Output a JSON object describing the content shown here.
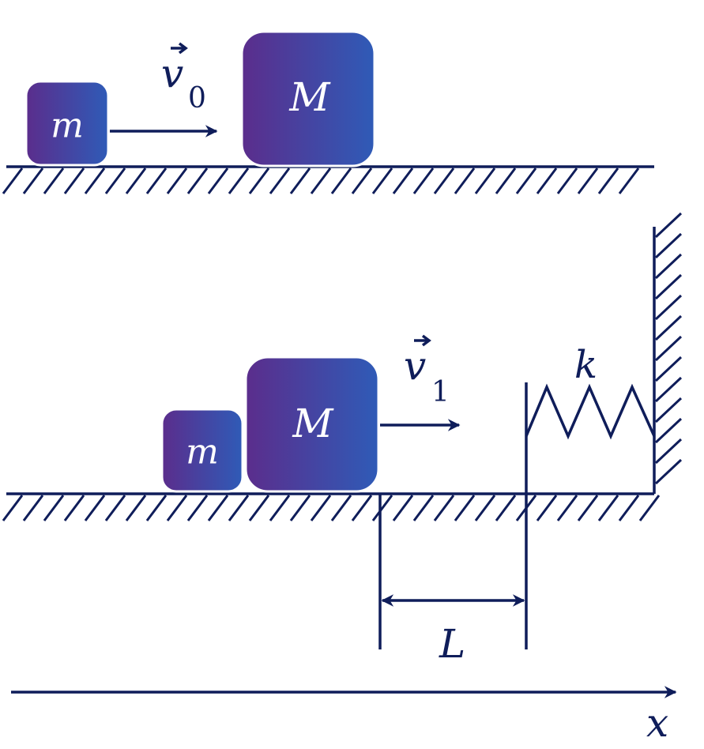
{
  "top_scene": {
    "small_block_label": "m",
    "big_block_label": "M",
    "velocity_symbol": "v",
    "velocity_subscript": "0"
  },
  "bottom_scene": {
    "small_block_label": "m",
    "big_block_label": "M",
    "velocity_symbol": "v",
    "velocity_subscript": "1",
    "spring_label": "k",
    "distance_label": "L"
  },
  "axis": {
    "label": "x"
  },
  "colors": {
    "ink": "#0f1d5a",
    "block_gradient_start": "#5b2d8c",
    "block_gradient_end": "#2f5bb7",
    "block_text": "#ffffff"
  }
}
